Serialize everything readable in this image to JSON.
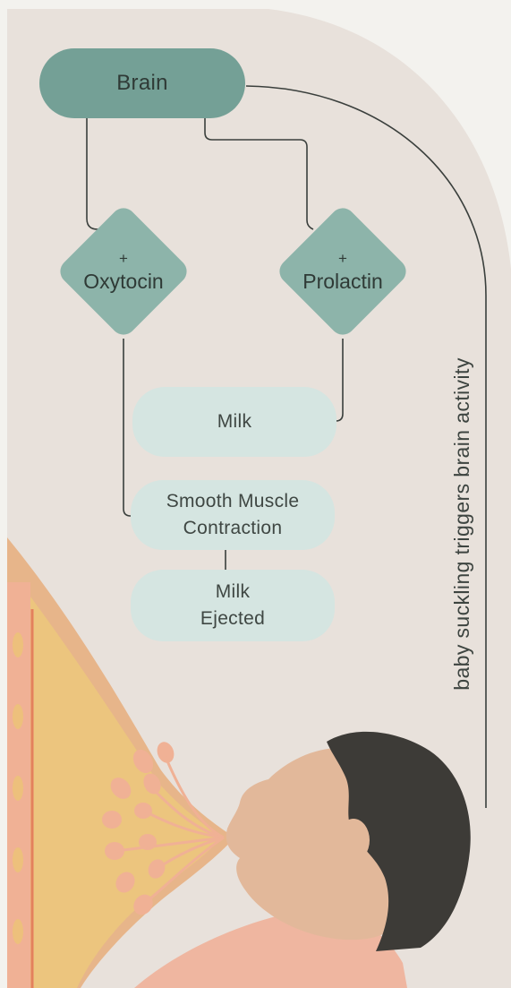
{
  "diagram": {
    "nodes": {
      "brain": "Brain",
      "oxytocin": {
        "sign": "+",
        "label": "Oxytocin"
      },
      "prolactin": {
        "sign": "+",
        "label": "Prolactin"
      },
      "milk": "Milk",
      "smooth_muscle": [
        "Smooth Muscle",
        "Contraction"
      ],
      "milk_ejected": [
        "Milk",
        "Ejected"
      ]
    },
    "side_label": "baby suckling triggers brain activity",
    "edges": [
      {
        "from": "brain",
        "to": "oxytocin"
      },
      {
        "from": "brain",
        "to": "prolactin"
      },
      {
        "from": "prolactin",
        "to": "milk"
      },
      {
        "from": "oxytocin",
        "to": "smooth_muscle"
      },
      {
        "from": "smooth_muscle",
        "to": "milk_ejected"
      },
      {
        "from": "baby_suckling",
        "to": "brain",
        "label": "baby suckling triggers brain activity"
      }
    ]
  },
  "illustration": {
    "subject": "baby breastfeeding",
    "colors": {
      "background": "#f3f2ee",
      "panel": "#e8e1db",
      "breast_outline": "#e7b58a",
      "breast_inner": "#ecc57e",
      "lobules": "#f0b195",
      "skin": "#e2b89a",
      "hair": "#3d3b37",
      "shirt": "#efb6a0",
      "node_dark": "#74a096",
      "node_mid": "#8db4aa",
      "node_light": "#d5e5e1"
    }
  }
}
